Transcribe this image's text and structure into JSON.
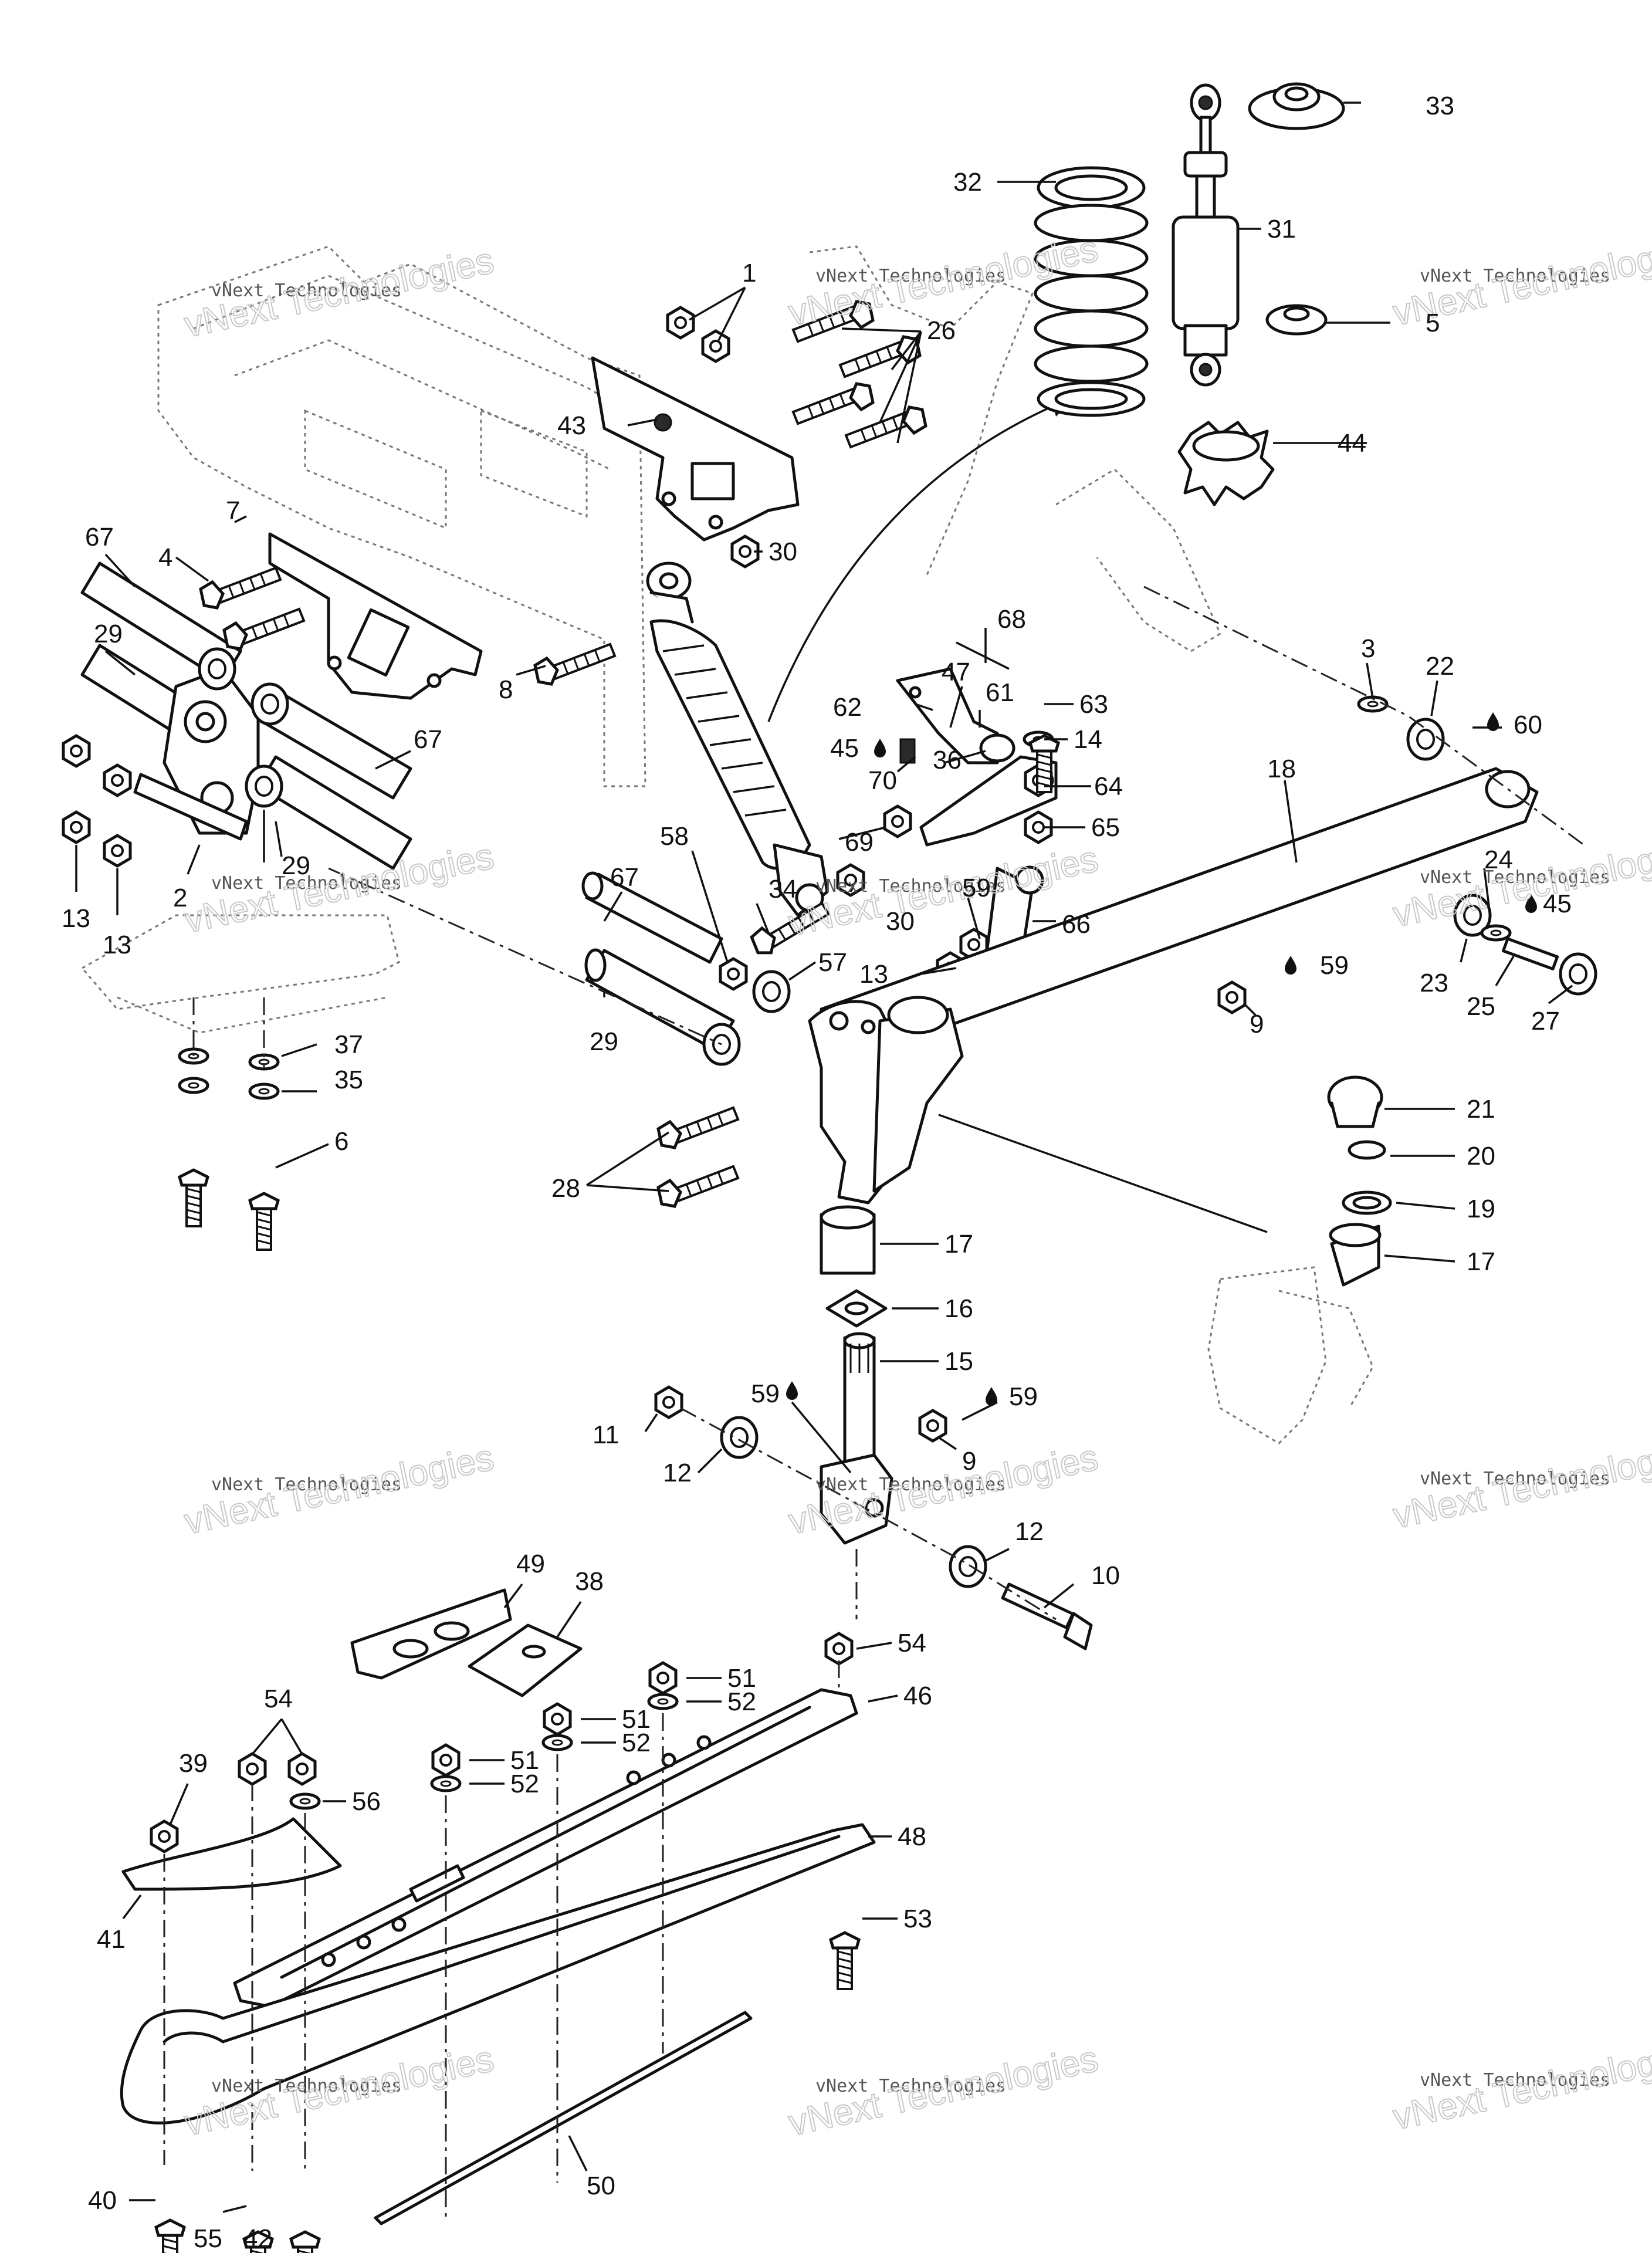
{
  "watermark": {
    "small": "vNext Technologies",
    "big": "vNext Technologies"
  },
  "callouts": {
    "c1": "1",
    "c2": "2",
    "c3": "3",
    "c4": "4",
    "c5": "5",
    "c6": "6",
    "c7": "7",
    "c8": "8",
    "c9a": "9",
    "c9b": "9",
    "c10": "10",
    "c11": "11",
    "c12a": "12",
    "c12b": "12",
    "c13a": "13",
    "c13b": "13",
    "c13c": "13",
    "c14": "14",
    "c15": "15",
    "c16": "16",
    "c17a": "17",
    "c17b": "17",
    "c18": "18",
    "c19": "19",
    "c20": "20",
    "c21": "21",
    "c22": "22",
    "c23": "23",
    "c24": "24",
    "c25": "25",
    "c26": "26",
    "c27": "27",
    "c28": "28",
    "c29a": "29",
    "c29b": "29",
    "c29c": "29",
    "c30a": "30",
    "c30b": "30",
    "c31": "31",
    "c32": "32",
    "c33": "33",
    "c34": "34",
    "c35": "35",
    "c36": "36",
    "c37": "37",
    "c38": "38",
    "c39": "39",
    "c40": "40",
    "c41": "41",
    "c42": "42",
    "c43": "43",
    "c44": "44",
    "c45a": "45",
    "c45b": "45",
    "c46": "46",
    "c47": "47",
    "c48": "48",
    "c49": "49",
    "c50": "50",
    "c51a": "51",
    "c51b": "51",
    "c51c": "51",
    "c52a": "52",
    "c52b": "52",
    "c52c": "52",
    "c53": "53",
    "c54a": "54",
    "c54b": "54",
    "c55": "55",
    "c56": "56",
    "c57": "57",
    "c58": "58",
    "c59a": "59",
    "c59b": "59",
    "c59c": "59",
    "c60": "60",
    "c61": "61",
    "c62": "62",
    "c63": "63",
    "c64": "64",
    "c65": "65",
    "c66": "66",
    "c67a": "67",
    "c67b": "67",
    "c67c": "67",
    "c68": "68",
    "c69": "69",
    "c70": "70"
  }
}
